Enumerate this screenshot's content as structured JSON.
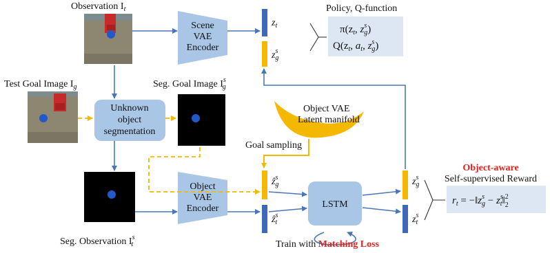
{
  "labels": {
    "observation": "Observation I",
    "observation_sub": "t",
    "test_goal": "Test Goal Image I",
    "test_goal_sub": "g",
    "seg_goal": "Seg. Goal Image I",
    "seg_goal_sub": "g",
    "seg_goal_sup": "s",
    "seg_obs": "Seg. Observation I",
    "seg_obs_sub": "t",
    "seg_obs_sup": "s",
    "scene_vae_line1": "Scene",
    "scene_vae_line2": "VAE",
    "scene_vae_line3": "Encoder",
    "object_vae_line1": "Object",
    "object_vae_line2": "VAE",
    "object_vae_line3": "Encoder",
    "segmentation_line1": "Unknown",
    "segmentation_line2": "object",
    "segmentation_line3": "segmentation",
    "manifold_line1": "Object VAE",
    "manifold_line2": "Latent manifold",
    "goal_sampling": "Goal sampling",
    "lstm": "LSTM",
    "train_with": "Train with ",
    "matching_loss": "Matching Loss",
    "policy_title": "Policy, Q-function",
    "policy_pi": "π(z",
    "policy_q": "Q(z",
    "reward_title": "Object-aware",
    "reward_subtitle": "Self-supervised Reward",
    "reward_r": "r"
  },
  "colors": {
    "encoder_fill": "#a9c6e6",
    "box_fill": "#a9c6e6",
    "latent_blue": "#3f68b6",
    "latent_yellow": "#f5b800",
    "arrow_blue": "#4a76b8",
    "dashed_orange": "#f5b800",
    "manifold": "#f5b800",
    "emphasis_red": "#e8201a",
    "formula_bg": "#dde7f3",
    "robot_bg": "#8c8470",
    "robot_arm": "#c62a2a",
    "puck": "#2358c8"
  }
}
